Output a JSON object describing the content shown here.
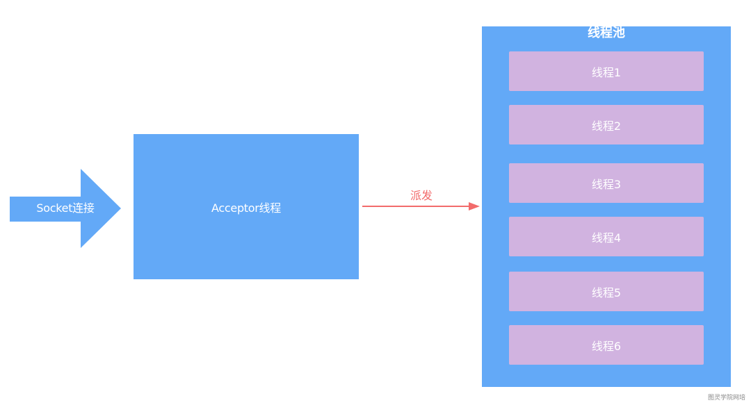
{
  "colors": {
    "box_blue": "#63a9f7",
    "thread_purple": "#d1b3e0",
    "dispatch_red": "#f26b6b",
    "text_white": "#ffffff"
  },
  "socket_arrow": {
    "label": "Socket连接"
  },
  "acceptor": {
    "label": "Acceptor线程"
  },
  "dispatch": {
    "label": "派发"
  },
  "pool": {
    "title": "线程池",
    "threads": [
      {
        "label": "线程1"
      },
      {
        "label": "线程2"
      },
      {
        "label": "线程3"
      },
      {
        "label": "线程4"
      },
      {
        "label": "线程5"
      },
      {
        "label": "线程6"
      }
    ]
  },
  "watermark": {
    "text": "图灵学院网培"
  }
}
